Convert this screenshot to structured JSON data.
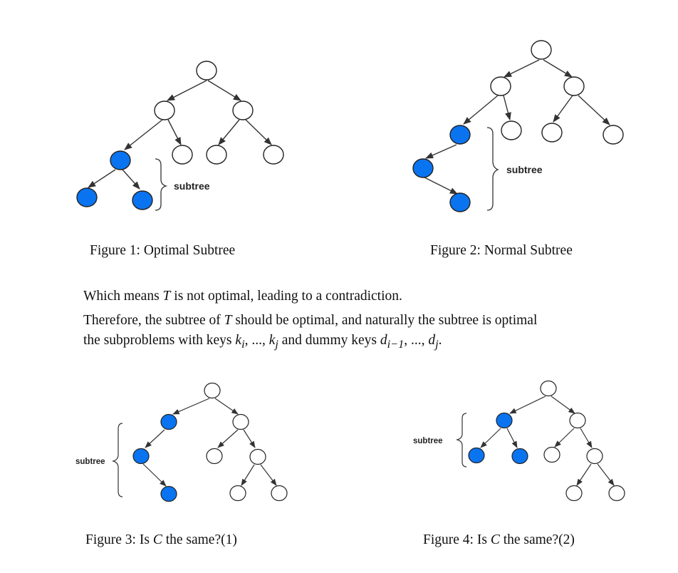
{
  "figures": [
    {
      "number_label": "Figure 1:",
      "title": "Optimal Subtree",
      "subtree_label": "subtree"
    },
    {
      "number_label": "Figure 2:",
      "title": "Normal Subtree",
      "subtree_label": "subtree"
    },
    {
      "number_label": "Figure 3:",
      "title_prefix": "Is",
      "title_var": "C",
      "title_suffix": "the same?(1)",
      "subtree_label": "subtree"
    },
    {
      "number_label": "Figure 4:",
      "title_prefix": "Is",
      "title_var": "C",
      "title_suffix": "the same?(2)",
      "subtree_label": "subtree"
    }
  ],
  "body": {
    "line1": {
      "a": "Which means",
      "var": "T",
      "b": "is not optimal, leading to a contradiction."
    },
    "line2": {
      "a": "Therefore, the subtree of",
      "var": "T",
      "b": "should be optimal, and naturally the subtree is optimal"
    },
    "line3": {
      "a": "the subproblems with keys",
      "keys": "k",
      "keys_sub_i": "i",
      "range": ", ..., ",
      "keys_sub_j": "j",
      "mid": "and dummy keys",
      "dummy": "d",
      "dummy_sub_start": "i−1",
      "dummy_sub_end": "j",
      "end": "."
    }
  },
  "colors": {
    "highlight_fill": "#0a74f0",
    "node_stroke": "#222222",
    "edge": "#333333"
  }
}
